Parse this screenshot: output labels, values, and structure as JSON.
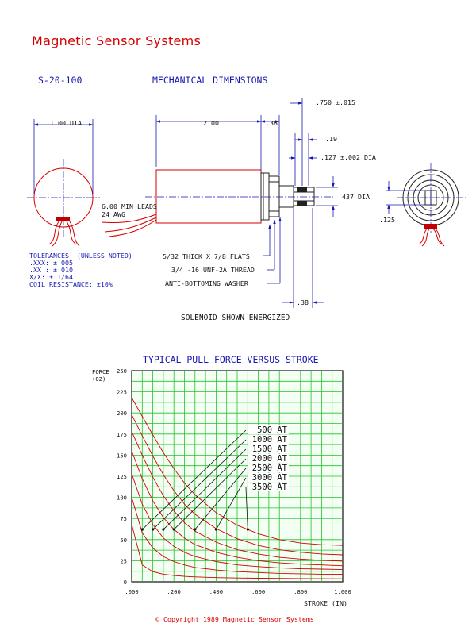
{
  "company": "Magnetic Sensor Systems",
  "part_number": "S-20-100",
  "drawing_title": "MECHANICAL DIMENSIONS",
  "dims": {
    "dia_100": "1.00 DIA",
    "len_200": "2.00",
    "len_038_top": ".38",
    "dim_750": ".750 ±.015",
    "dim_019": ".19",
    "dim_127": ".127 ±.002 DIA",
    "dim_437": ".437 DIA",
    "dim_125": ".125",
    "len_038_bottom": ".38"
  },
  "leads": {
    "line1": "6.00 MIN LEADS",
    "line2": "24 AWG"
  },
  "tolerances": [
    "TOLERANCES: (UNLESS NOTED)",
    ".XXX: ±.005",
    ".XX : ±.010",
    "X/X:  ± 1/64",
    "COIL RESISTANCE: ±10%"
  ],
  "callouts": [
    "5/32 THICK X 7/8 FLATS",
    "3/4 -16 UNF-2A THREAD",
    "ANTI-BOTTOMING WASHER"
  ],
  "energized_note": "SOLENOID SHOWN ENERGIZED",
  "chart_data": {
    "type": "line",
    "title": "TYPICAL PULL FORCE VERSUS STROKE",
    "ylabel_line1": "FORCE",
    "ylabel_line2": "(OZ)",
    "xlabel": "STROKE (IN)",
    "xlim": [
      0,
      1.0
    ],
    "ylim": [
      0,
      250
    ],
    "x_ticks": [
      ".000",
      ".200",
      ".400",
      ".600",
      ".800",
      "1.000"
    ],
    "y_ticks": [
      "0",
      "25",
      "50",
      "75",
      "100",
      "125",
      "150",
      "175",
      "200",
      "225",
      "250"
    ],
    "grid": true,
    "x": [
      0.0,
      0.05,
      0.1,
      0.15,
      0.2,
      0.25,
      0.3,
      0.4,
      0.5,
      0.6,
      0.7,
      0.8,
      0.9,
      1.0
    ],
    "series": [
      {
        "name": "500 AT",
        "values": [
          68,
          20,
          12,
          9,
          7.5,
          6.5,
          5.8,
          5,
          4.5,
          4.2,
          4,
          3.8,
          3.7,
          3.6
        ],
        "label_at": [
          0.05,
          62
        ]
      },
      {
        "name": "1000 AT",
        "values": [
          100,
          58,
          40,
          30,
          24,
          20,
          17,
          14,
          12,
          11,
          10,
          9.5,
          9,
          8.8
        ],
        "label_at": [
          0.1,
          62
        ]
      },
      {
        "name": "1500 AT",
        "values": [
          128,
          92,
          68,
          52,
          42,
          35,
          30,
          24,
          20,
          18,
          16.5,
          15.5,
          15,
          14.5
        ],
        "label_at": [
          0.15,
          62
        ]
      },
      {
        "name": "2000 AT",
        "values": [
          155,
          122,
          96,
          76,
          62,
          52,
          44,
          35,
          29,
          25,
          22.5,
          21,
          20,
          19
        ],
        "label_at": [
          0.2,
          62
        ]
      },
      {
        "name": "2500 AT",
        "values": [
          178,
          150,
          124,
          102,
          84,
          70,
          60,
          47,
          38,
          33,
          29,
          27,
          25.5,
          24.5
        ],
        "label_at": [
          0.3,
          62
        ]
      },
      {
        "name": "3000 AT",
        "values": [
          198,
          173,
          149,
          127,
          108,
          92,
          80,
          63,
          51,
          43,
          38,
          35,
          33,
          32
        ],
        "label_at": [
          0.4,
          62
        ]
      },
      {
        "name": "3500 AT",
        "values": [
          218,
          196,
          174,
          153,
          134,
          117,
          103,
          82,
          67,
          57,
          50,
          46,
          44,
          43
        ],
        "label_at": [
          0.55,
          62
        ]
      }
    ]
  },
  "copyright": "©  Copyright 1989 Magnetic Sensor Systems",
  "colors": {
    "text": "#d40000",
    "dimension": "#1818b0",
    "grid": "#22c22a",
    "curve": "#d40000"
  }
}
